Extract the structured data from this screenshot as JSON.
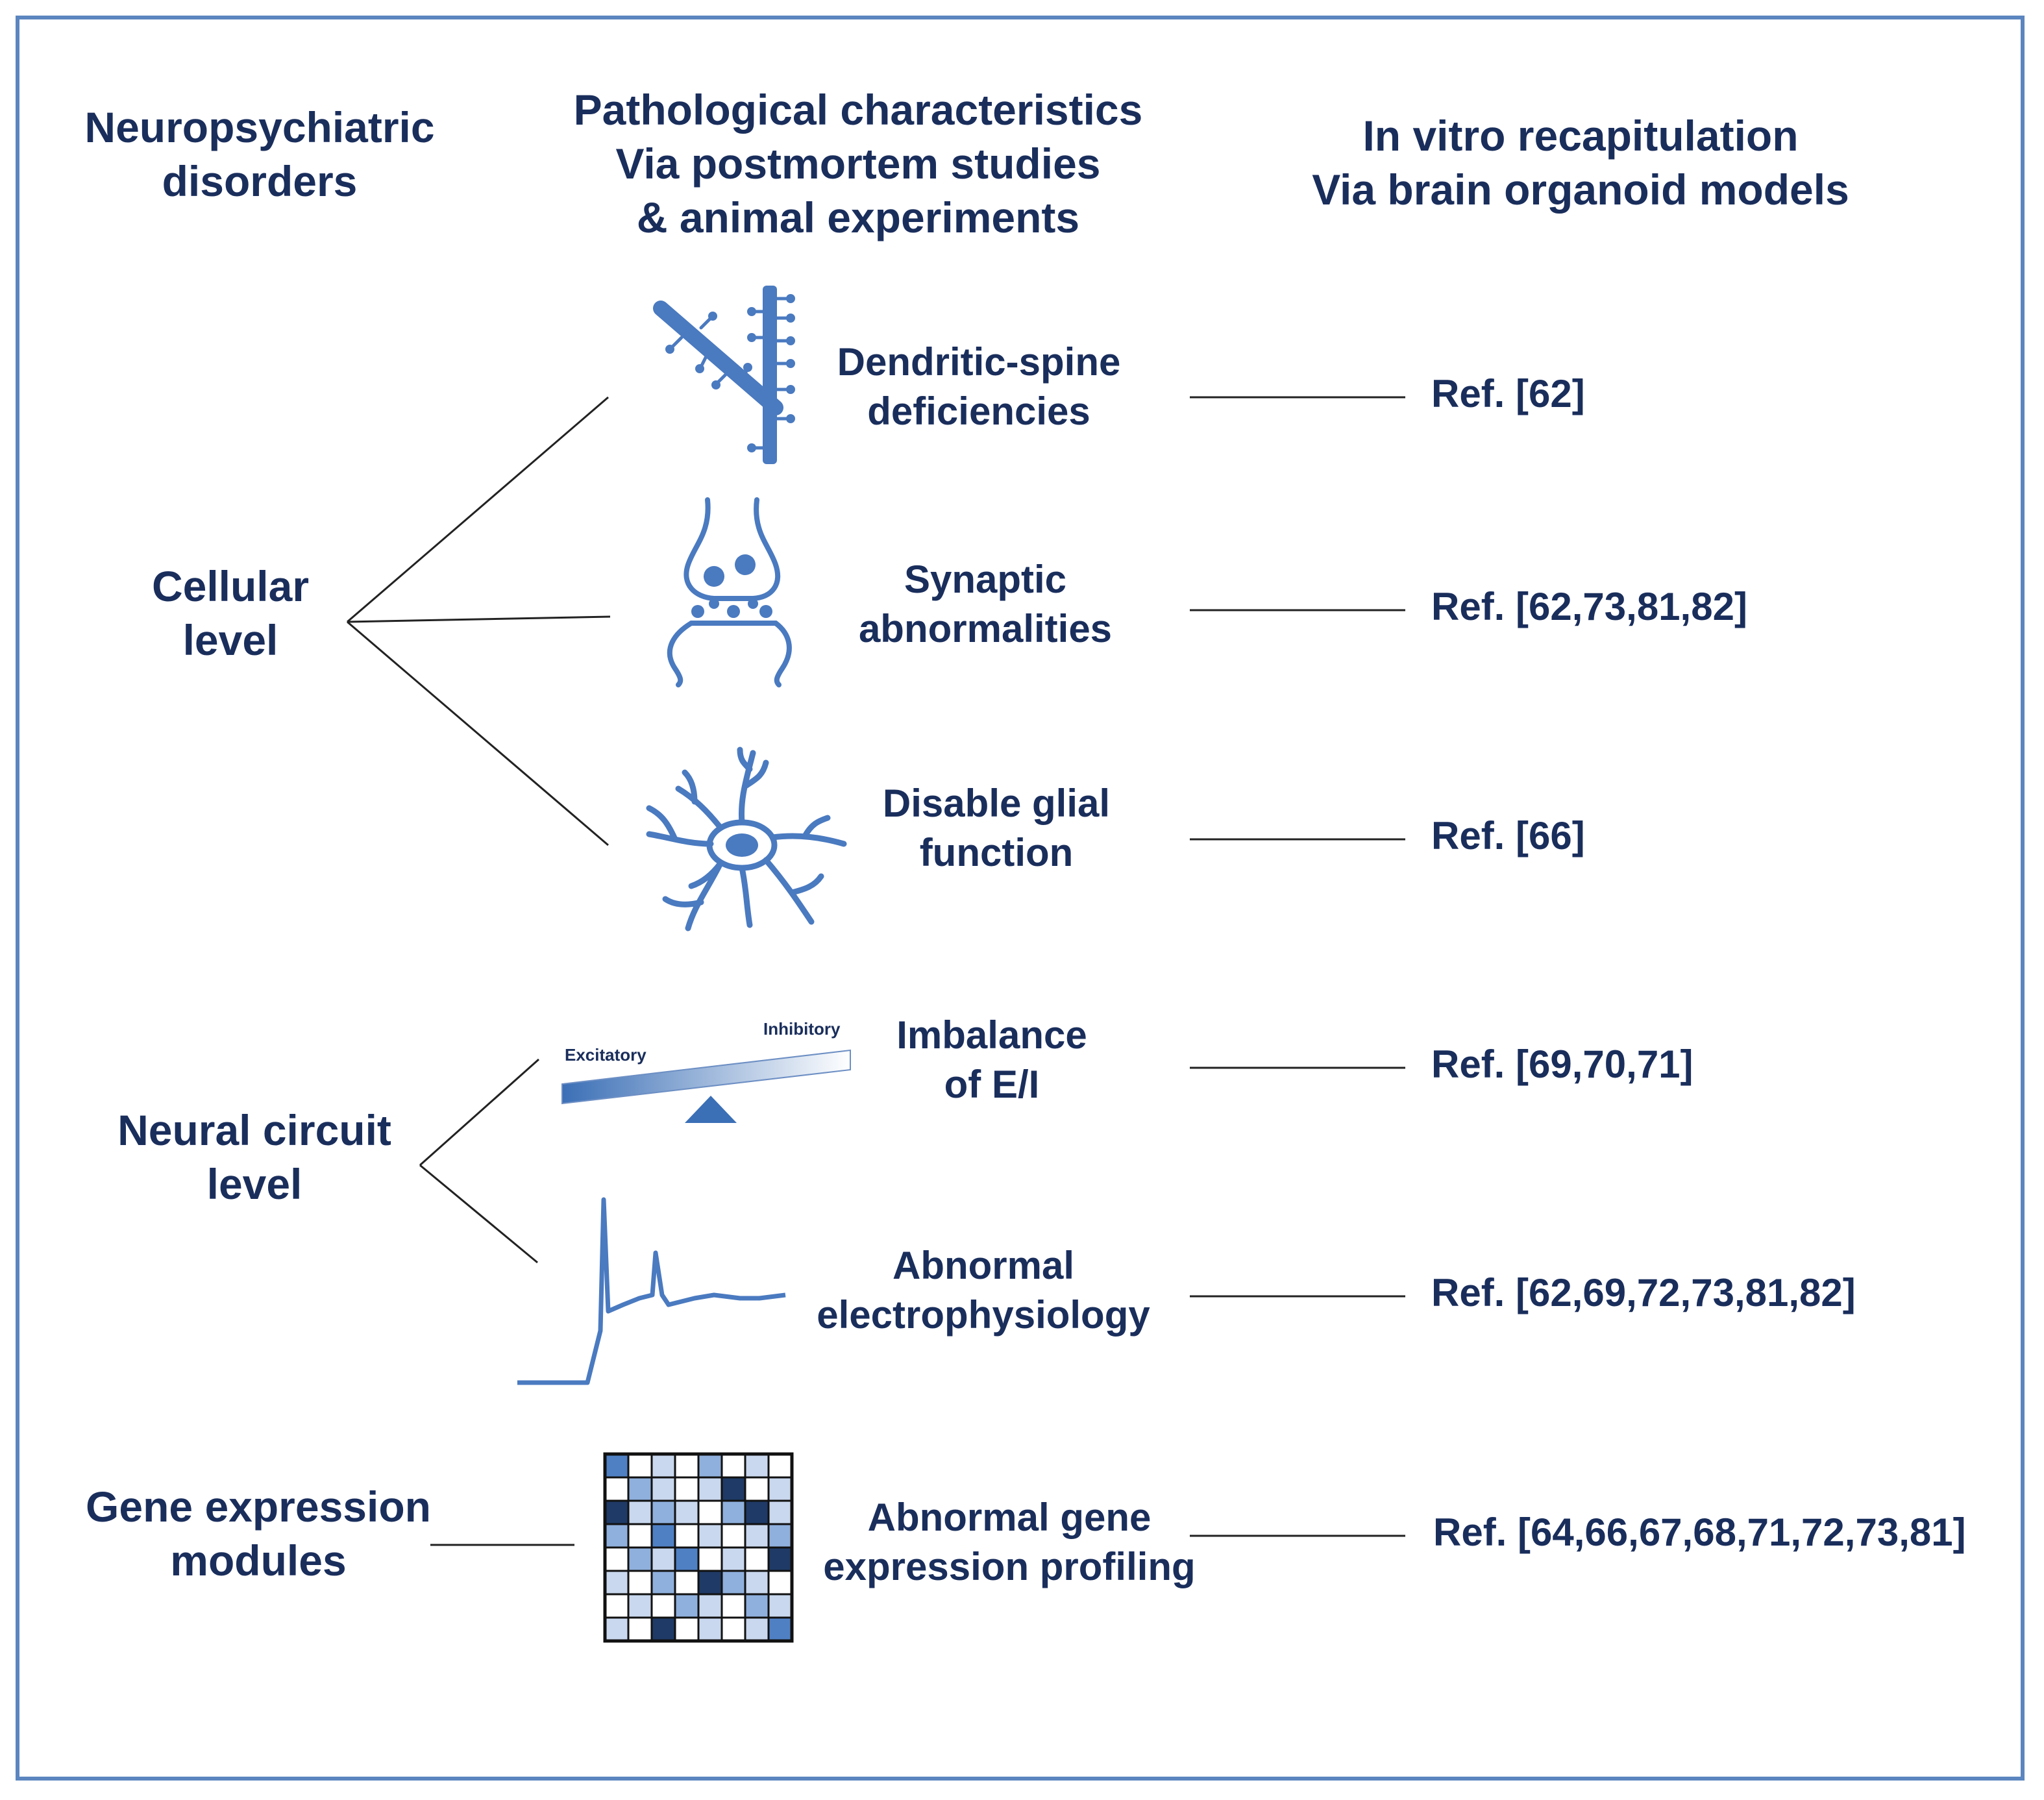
{
  "headers": {
    "disorders": [
      "Neuropsychiatric",
      "disorders"
    ],
    "pathology": [
      "Pathological characteristics",
      "Via  postmortem studies",
      "& animal experiments"
    ],
    "invitro": [
      "In vitro recapitulation",
      "Via brain organoid models"
    ]
  },
  "levels": {
    "cellular": [
      "Cellular",
      "level"
    ],
    "circuit": [
      "Neural circuit",
      "level"
    ],
    "gene": [
      "Gene expression",
      "modules"
    ]
  },
  "items": [
    {
      "label": [
        "Dendritic-spine",
        "deficiencies"
      ],
      "ref": "Ref. [62]",
      "icon": "dendrite-icon"
    },
    {
      "label": [
        "Synaptic",
        "abnormalities"
      ],
      "ref": "Ref. [62,73,81,82]",
      "icon": "synapse-icon"
    },
    {
      "label": [
        "Disable glial",
        "function"
      ],
      "ref": "Ref. [66]",
      "icon": "glial-cell-icon"
    },
    {
      "label": [
        "Imbalance",
        "of E/I"
      ],
      "ref": "Ref. [69,70,71]",
      "icon": "seesaw-icon"
    },
    {
      "label": [
        "Abnormal",
        "electrophysiology"
      ],
      "ref": "Ref. [62,69,72,73,81,82]",
      "icon": "action-potential-icon"
    },
    {
      "label": [
        "Abnormal gene",
        "expression profiling"
      ],
      "ref": "Ref. [64,66,67,68,71,72,73,81]",
      "icon": "heatmap-icon"
    }
  ],
  "seesaw": {
    "left_label": "Excitatory",
    "right_label": "Inhibitory"
  },
  "colors": {
    "frame": "#5b86bf",
    "text": "#1a2e5c",
    "icon": "#4a7ac0",
    "line": "#222222"
  },
  "heatmap_levels": [
    [
      3,
      0,
      1,
      0,
      2,
      0,
      1,
      0
    ],
    [
      0,
      2,
      1,
      0,
      1,
      4,
      0,
      1
    ],
    [
      4,
      1,
      2,
      1,
      0,
      2,
      4,
      1
    ],
    [
      2,
      0,
      3,
      0,
      1,
      0,
      1,
      2
    ],
    [
      0,
      2,
      1,
      3,
      0,
      1,
      0,
      4
    ],
    [
      1,
      0,
      2,
      0,
      4,
      2,
      1,
      0
    ],
    [
      0,
      1,
      0,
      2,
      1,
      0,
      2,
      1
    ],
    [
      1,
      0,
      4,
      0,
      1,
      0,
      1,
      3
    ]
  ]
}
